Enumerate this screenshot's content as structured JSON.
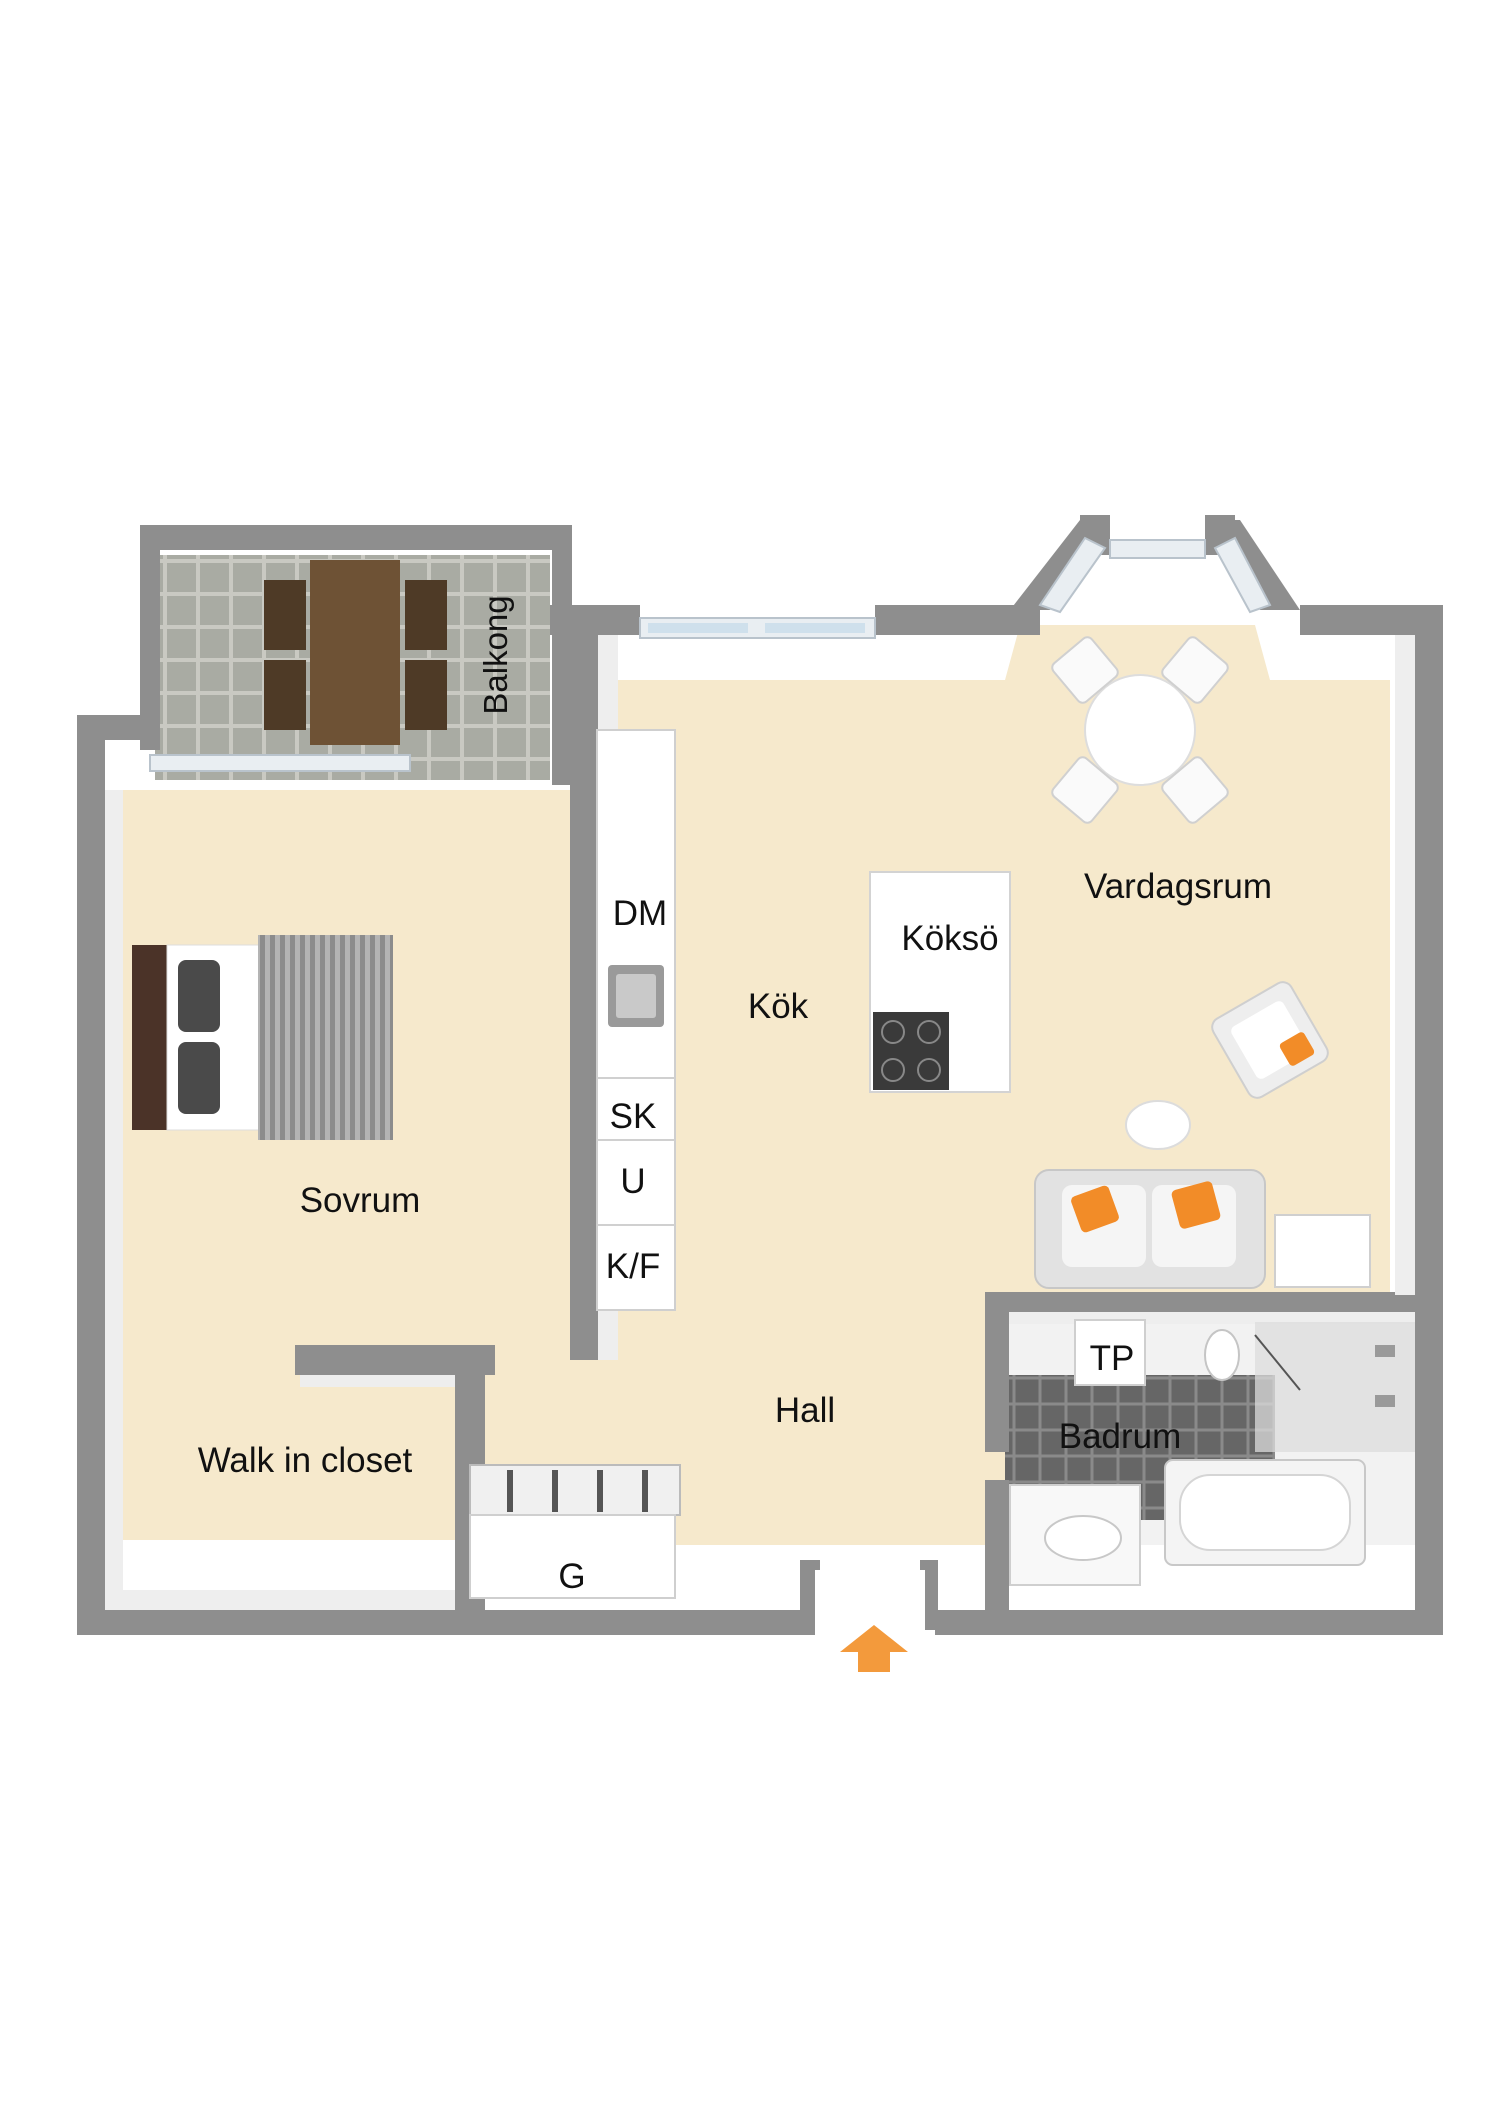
{
  "rooms": {
    "balkong": "Balkong",
    "sovrum": "Sovrum",
    "walk_in_closet": "Walk in closet",
    "kok": "Kök",
    "kokso": "Köksö",
    "vardagsrum": "Vardagsrum",
    "hall": "Hall",
    "badrum": "Badrum"
  },
  "fixtures": {
    "dm": "DM",
    "sk": "SK",
    "u": "U",
    "kf": "K/F",
    "g": "G",
    "tp": "TP"
  },
  "colors": {
    "floor": "#f6e9cc",
    "wall": "#8e8e8e",
    "entrance_arrow": "#f39a3c",
    "cushion": "#f28c28",
    "bath_tile": "#6d6d6d",
    "table_wood": "#6e5235"
  },
  "icons": [
    "entrance-arrow-icon",
    "window-icon",
    "bed-icon",
    "sofa-icon",
    "armchair-icon",
    "dining-table-icon",
    "stove-icon",
    "sink-icon",
    "toilet-icon",
    "bathtub-icon",
    "shower-icon"
  ]
}
